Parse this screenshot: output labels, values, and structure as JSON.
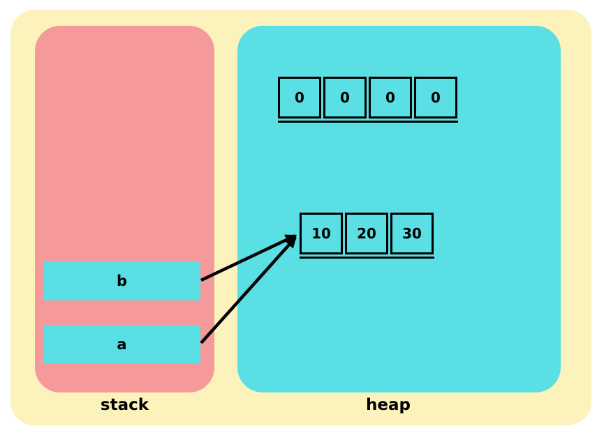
{
  "diagram": {
    "regions": {
      "stack_label": "stack",
      "heap_label": "heap"
    },
    "stack": {
      "variables": [
        {
          "name": "b"
        },
        {
          "name": "a"
        }
      ]
    },
    "heap": {
      "arrays": [
        {
          "cells": [
            "0",
            "0",
            "0",
            "0"
          ]
        },
        {
          "cells": [
            "10",
            "20",
            "30"
          ]
        }
      ]
    },
    "pointers": [
      {
        "from_variable": "b",
        "to_array_index": 1
      },
      {
        "from_variable": "a",
        "to_array_index": 1
      }
    ],
    "colors": {
      "page_background": "#FFFFFF",
      "container_fill": "#FCF2BB",
      "stack_panel_fill": "#F5999B",
      "heap_panel_fill": "#59DFE4",
      "cell_fill": "#59DFE4",
      "variable_box_fill": "#59DFE4",
      "border_and_arrows": "#000000",
      "text": "#000000"
    }
  }
}
